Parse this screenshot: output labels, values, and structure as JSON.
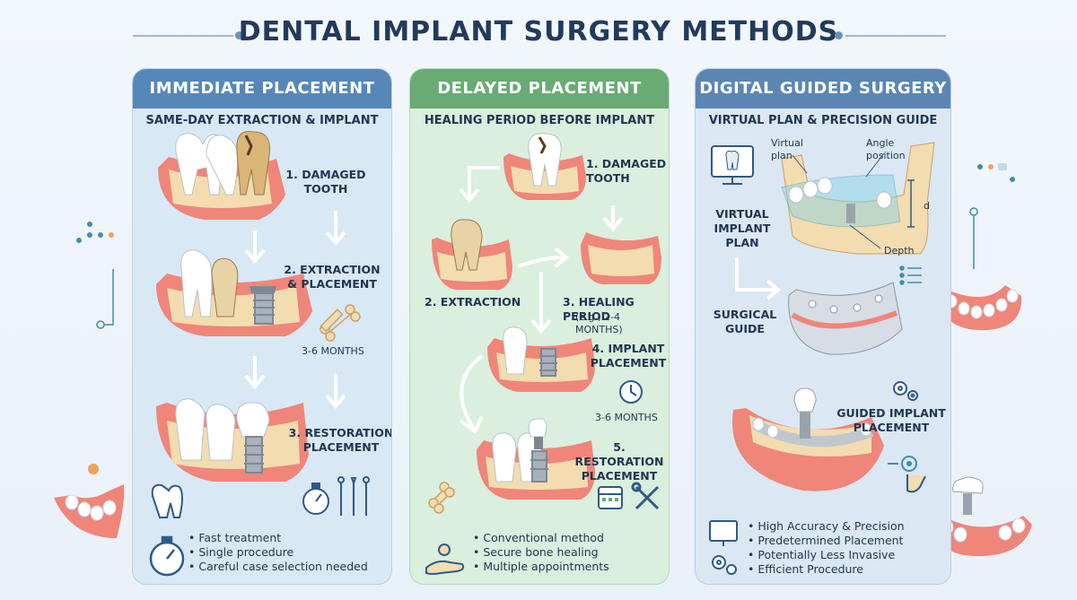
{
  "title": "DENTAL IMPLANT SURGERY METHODS",
  "panels": [
    {
      "header": "IMMEDIATE PLACEMENT",
      "subtitle": "SAME-DAY EXTRACTION & IMPLANT",
      "steps": [
        "1. DAMAGED\nTOOTH",
        "2. EXTRACTION\n& PLACEMENT",
        "3. RESTORATION\nPLACEMENT"
      ],
      "duration": "3-6 MONTHS",
      "bullets": [
        "Fast treatment",
        "Single procedure",
        "Careful case selection needed"
      ]
    },
    {
      "header": "DELAYED PLACEMENT",
      "subtitle": "HEALING PERIOD BEFORE IMPLANT",
      "steps": [
        "1. DAMAGED\nTOOTH",
        "2. EXTRACTION",
        "3. HEALING PERIOD",
        "4. IMPLANT\nPLACEMENT",
        "5. RESTORATION\nPLACEMENT"
      ],
      "healing_note": "(e.g., 2-4 MONTHS)",
      "duration": "3-6 MONTHS",
      "bullets": [
        "Conventional method",
        "Secure bone healing",
        "Multiple appointments"
      ]
    },
    {
      "header": "DIGITAL GUIDED SURGERY",
      "subtitle": "VIRTUAL PLAN & PRECISION GUIDE",
      "steps": [
        "VIRTUAL\nIMPLANT\nPLAN",
        "SURGICAL\nGUIDE",
        "GUIDED IMPLANT\nPLACEMENT"
      ],
      "callouts": [
        "Virtual\nplan",
        "Angle\nposition",
        "Depth",
        "d"
      ],
      "bullets": [
        "High Accuracy & Precision",
        "Predetermined Placement",
        "Potentially Less Invasive",
        "Efficient Procedure"
      ]
    }
  ],
  "colors": {
    "title": "#223a5c",
    "panel1_header": "#5787b8",
    "panel2_header": "#6aaa74",
    "panel3_header": "#5b86b4",
    "gum": "#f0857a",
    "bone": "#f3dcb0",
    "tooth": "#ffffff",
    "implant": "#9aa3ad"
  },
  "icons": [
    "bone-icon",
    "stopwatch-icon",
    "dental-tools-icon",
    "clock-icon",
    "calendar-icon",
    "wrench-icon",
    "monitor-icon",
    "gears-icon",
    "touch-icon",
    "hand-icon"
  ]
}
